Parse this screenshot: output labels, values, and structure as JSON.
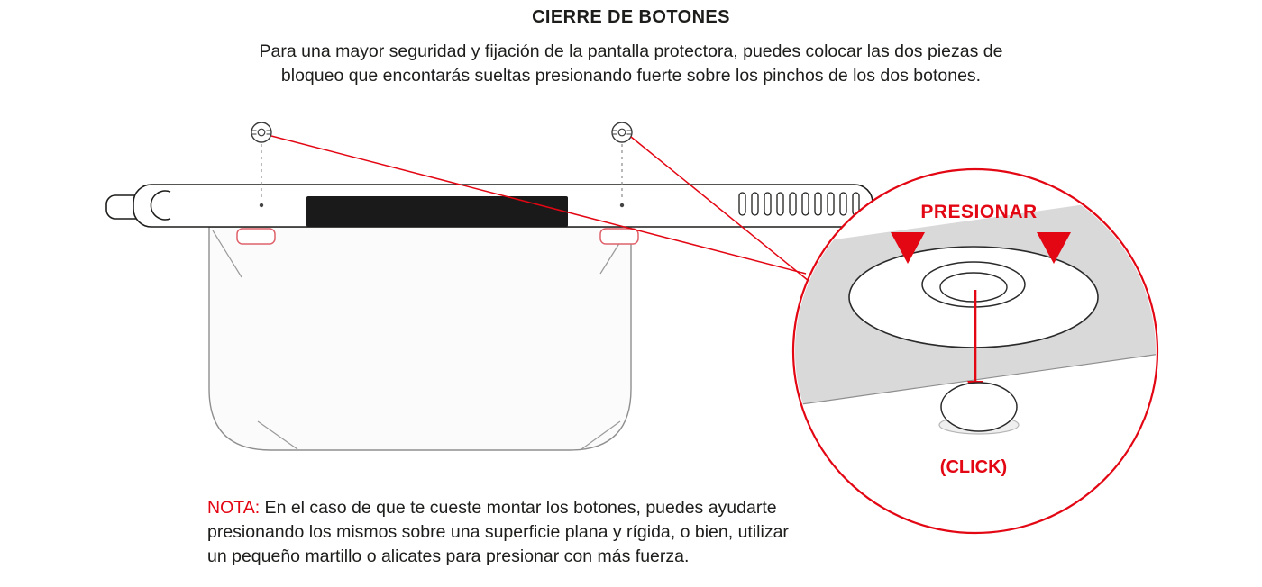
{
  "title": "CIERRE DE BOTONES",
  "intro": {
    "line1": "Para una mayor seguridad y fijación de la pantalla protectora, puedes colocar las dos piezas de",
    "line2": "bloqueo que encontarás sueltas presionando fuerte sobre los pinchos de los dos botones."
  },
  "callout": {
    "press_label": "PRESIONAR",
    "click_label": "(CLICK)"
  },
  "note": {
    "label": "NOTA:",
    "line1": " En el caso de que te cueste montar los botones, puedes ayudarte",
    "line2": "presionando los mismos sobre una superficie plana y rígida, o bien, utilizar",
    "line3": "un pequeño martillo o alicates para presionar con más fuerza."
  },
  "icons": {
    "left_button": "button-pin-icon",
    "right_button": "button-pin-icon",
    "magnifier": "magnifier-detail-circle"
  },
  "colors": {
    "accent_red": "#e30613",
    "text_dark": "#1d1d1b",
    "strap_gray": "#d9d9d9",
    "outline_gray": "#8f8f8f",
    "pad_black": "#1a1a1a"
  }
}
